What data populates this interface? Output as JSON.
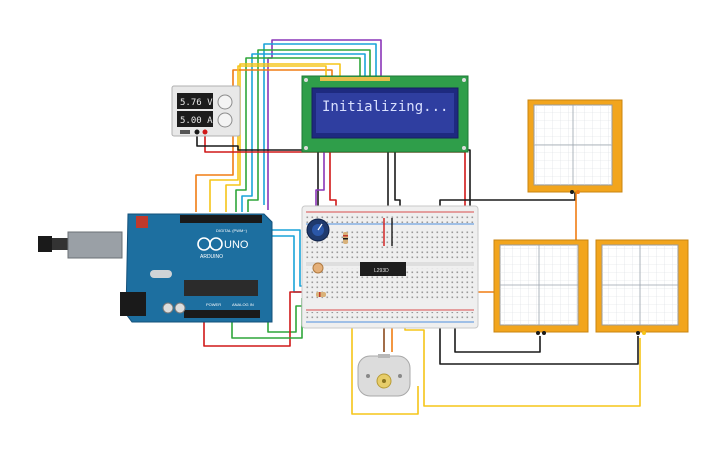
{
  "power_supply": {
    "voltage": "5.76 V",
    "current": "5.00 A"
  },
  "lcd": {
    "text": "Initializing..."
  },
  "arduino": {
    "logo_text": "UNO",
    "brand": "ARDUINO",
    "digital_label": "DIGITAL (PWM~)",
    "power_label": "POWER",
    "analog_label": "ANALOG IN"
  },
  "ic": {
    "label": "L293D"
  },
  "colors": {
    "lcd_background": "#2f3ea0",
    "lcd_text": "#d9e0ff",
    "board_blue": "#1d6fa0",
    "oscilloscope_frame": "#f2a51d",
    "breadboard": "#efefef",
    "wire_red": "#d01818",
    "wire_black": "#1a1a1a",
    "wire_orange": "#f07d13",
    "wire_yellow": "#f5c518",
    "wire_green": "#2fa63a",
    "wire_cyan": "#1aa4d8",
    "wire_purple": "#8a35b8",
    "wire_brown": "#8b4a1c"
  }
}
